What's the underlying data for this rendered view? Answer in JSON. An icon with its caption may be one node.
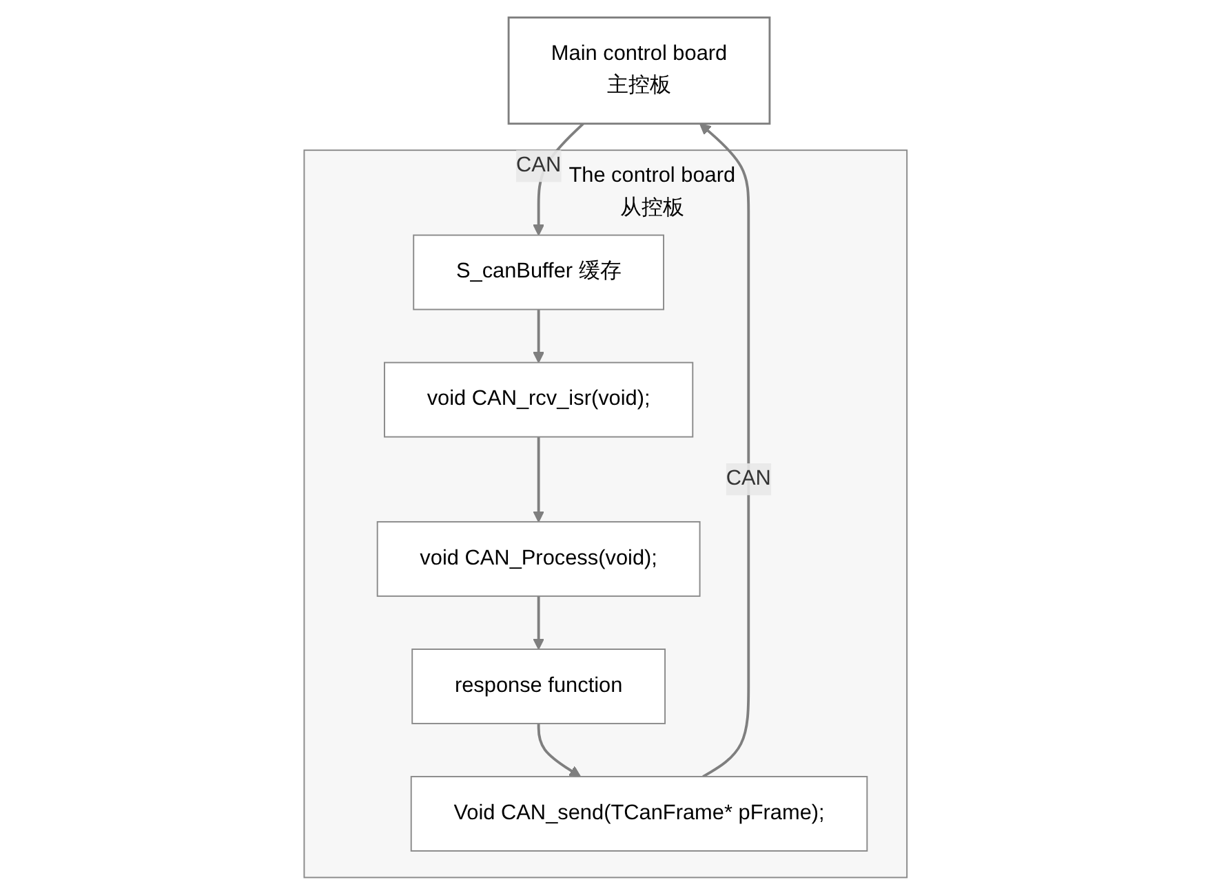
{
  "diagram": {
    "nodes": [
      {
        "text": [
          "Main control board",
          "主控板"
        ]
      },
      {
        "text": [
          "The control board",
          "从控板"
        ]
      },
      {
        "text": [
          "S_canBuffer 缓存"
        ],
        "in": 1
      },
      {
        "text": [
          "void CAN_rcv_isr(void);"
        ],
        "in": 1
      },
      {
        "text": [
          "void CAN_Process(void);"
        ],
        "in": 1
      },
      {
        "text": [
          "response function"
        ],
        "in": 1
      },
      {
        "text": [
          "Void CAN_send(TCanFrame* pFrame);"
        ],
        "in": 1
      }
    ],
    "edges": [
      {
        "from": 0,
        "to": 2,
        "arrow": "to",
        "label": "CAN"
      },
      {
        "from": 2,
        "to": 3,
        "arrow": "to"
      },
      {
        "from": 3,
        "to": 4,
        "arrow": "to"
      },
      {
        "from": 4,
        "to": 5,
        "arrow": "to"
      },
      {
        "from": 5,
        "to": 6,
        "arrow": "to"
      },
      {
        "from": 6,
        "to": 0,
        "arrow": "to",
        "label": "CAN"
      }
    ]
  }
}
